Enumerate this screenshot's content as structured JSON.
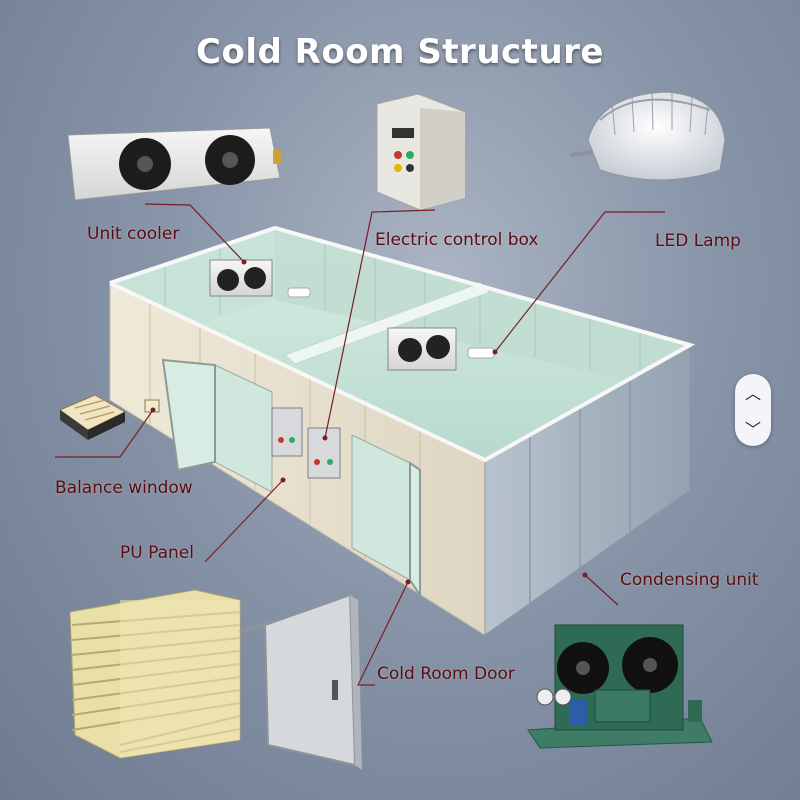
{
  "title": "Cold Room Structure",
  "labels": {
    "unit_cooler": "Unit cooler",
    "electric_control_box": "Electric control box",
    "led_lamp": "LED  Lamp",
    "balance_window": "Balance window",
    "pu_panel": "PU Panel",
    "condensing_unit": "Condensing unit",
    "cold_room_door": "Cold Room Door"
  },
  "scroll": {
    "up": "︿",
    "down": "﹀"
  },
  "colors": {
    "title": "#ffffff",
    "label": "#5a0c10",
    "leader": "#7a1e22",
    "panel": "#e8e4d6",
    "glass": "#cfe8de",
    "condenser": "#2f6a55"
  },
  "icons": [
    "unit-cooler-icon",
    "control-box-icon",
    "led-lamp-icon",
    "balance-window-icon",
    "pu-panel-stack-icon",
    "door-icon",
    "condensing-unit-icon"
  ]
}
